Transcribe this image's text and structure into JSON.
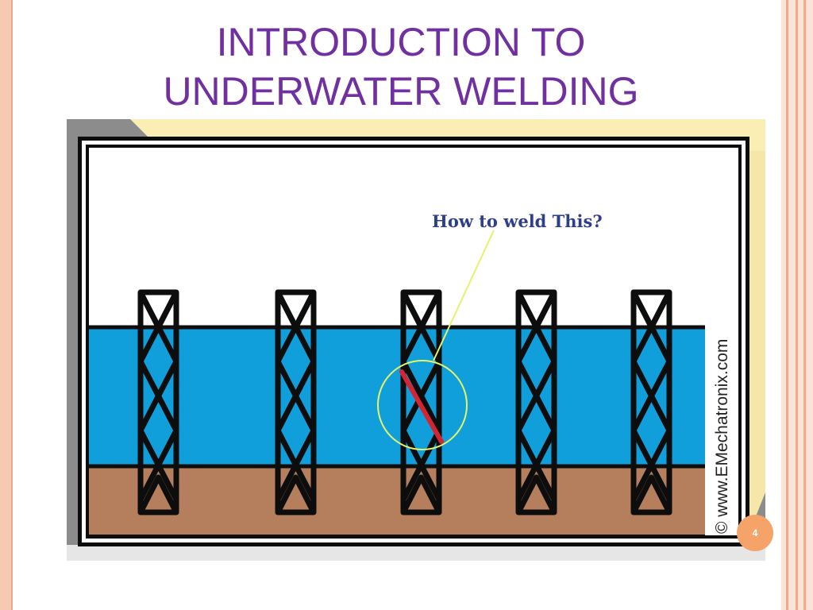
{
  "slide": {
    "title_line1": "INTRODUCTION TO",
    "title_line2": "UNDERWATER WELDING",
    "page_number": "4"
  },
  "figure": {
    "callout": "How to weld This?",
    "watermark": "© www.EMechatronix.com",
    "colors": {
      "sky": "#ffffff",
      "water": "#119fdc",
      "seabed": "#b57e5c",
      "structure": "#0d0d0d",
      "weld_line": "#d32632",
      "highlight": "#e6f36a",
      "callout_text": "#2e3f8a",
      "frame_gray": "#8c8c8c",
      "frame_cream": "#fbeeb4"
    }
  },
  "theme": {
    "title_color": "#7030a0",
    "accent": "#f6a36a"
  }
}
